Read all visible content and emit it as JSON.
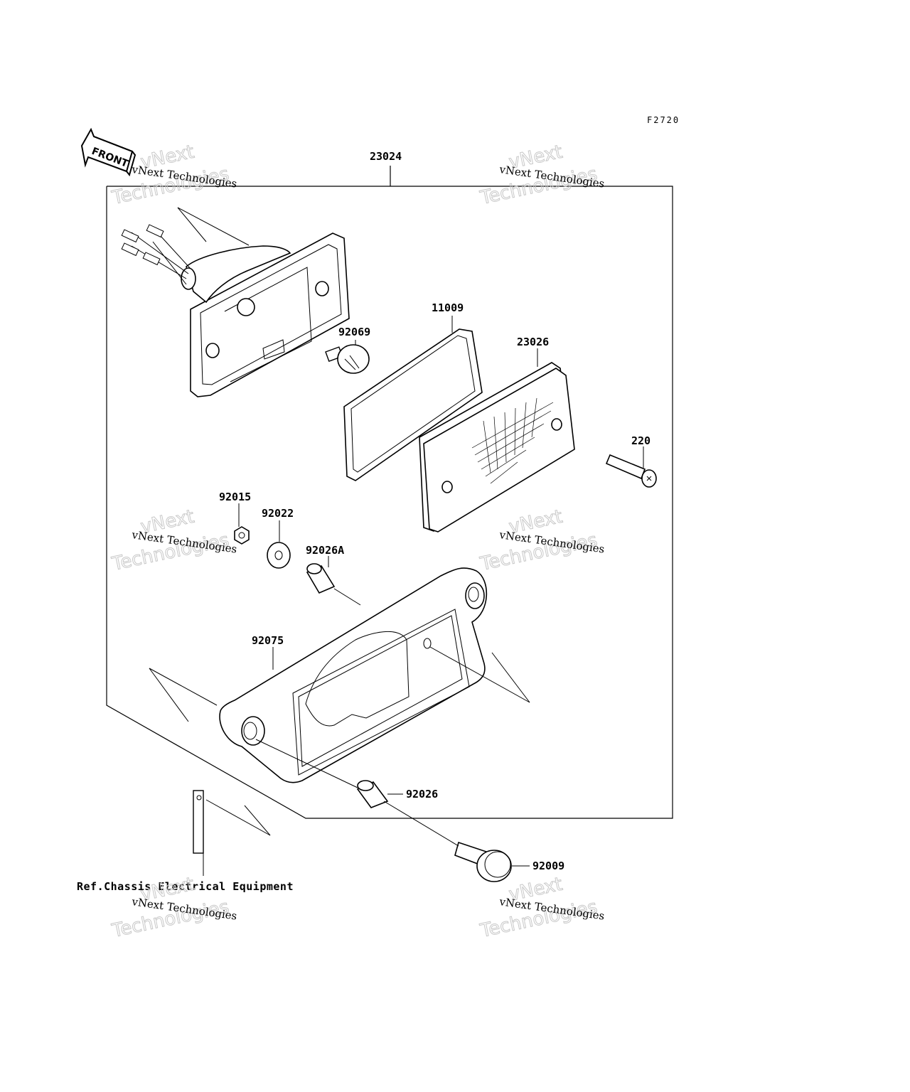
{
  "figure_code": "F2720",
  "front_label": "FRONT",
  "parts": {
    "p23024": "23024",
    "p11009": "11009",
    "p92069": "92069",
    "p23026": "23026",
    "p220": "220",
    "p92015": "92015",
    "p92022": "92022",
    "p92026A": "92026A",
    "p92075": "92075",
    "p92026": "92026",
    "p92009": "92009"
  },
  "reference_note": "Ref.Chassis Electrical Equipment",
  "watermark": {
    "line1": "vNext Technologies",
    "line2a": "vNext",
    "line2b": "Technologies"
  }
}
